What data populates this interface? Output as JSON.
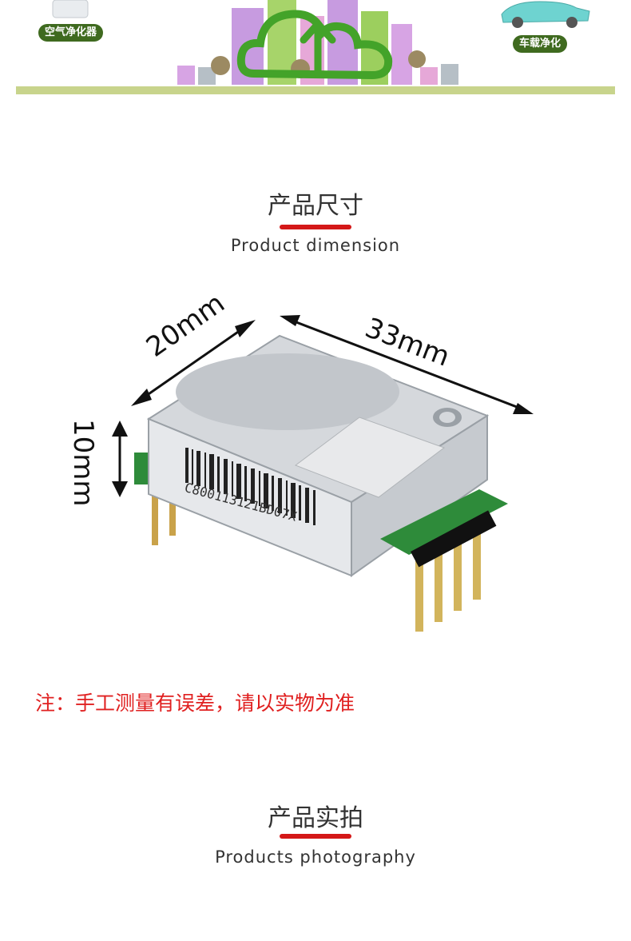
{
  "banner": {
    "left_label": "空气净化器",
    "right_label": "车载净化",
    "colors": {
      "ground": "#c8d48c",
      "pill": "#3f6a1f",
      "cloud": "#43a329"
    }
  },
  "section1": {
    "title": "产品尺寸",
    "subtitle": "Product dimension"
  },
  "dimensions": {
    "width": "20mm",
    "length": "33mm",
    "height": "10mm",
    "serial": "C800113121BD07X"
  },
  "note": "注：手工测量有误差，请以实物为准",
  "section2": {
    "title": "产品实拍",
    "subtitle": "Products photography"
  },
  "accent": "#d41818"
}
